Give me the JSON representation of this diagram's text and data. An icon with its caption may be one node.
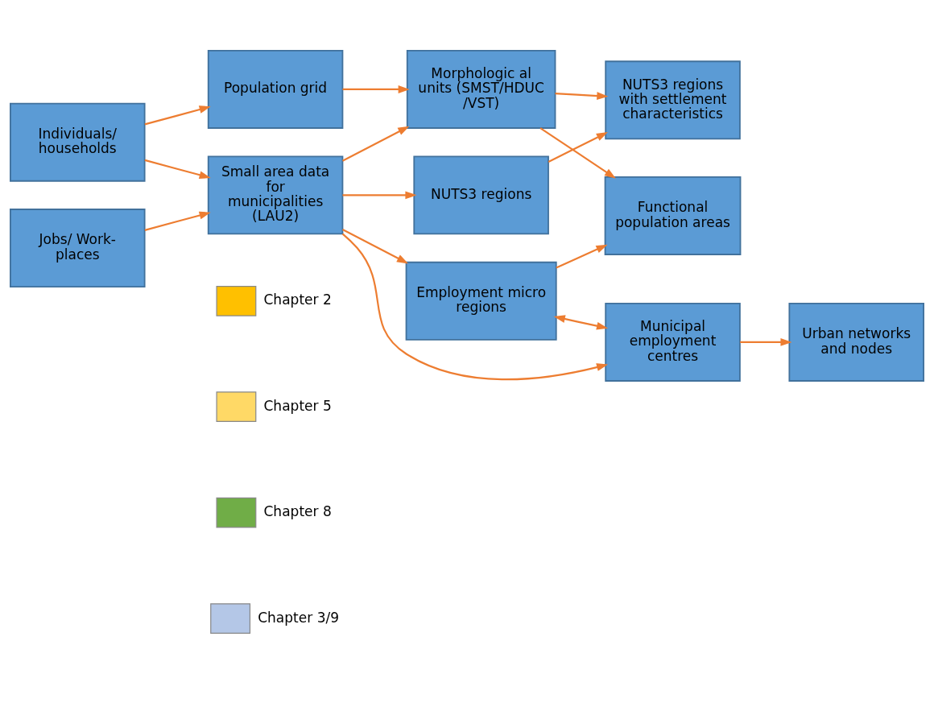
{
  "diagram": {
    "nodes": [
      {
        "text": [
          "Individuals/ households"
        ]
      },
      {
        "text": [
          "Jobs/ Work-places"
        ]
      },
      {
        "text": [
          "Population grid"
        ]
      },
      {
        "text": [
          "Morphologic al units (SMST/HDUC /VST)"
        ]
      },
      {
        "text": [
          "NUTS3 regions with settlement characteristics"
        ]
      },
      {
        "text": [
          "NUTS3 regions"
        ]
      },
      {
        "text": [
          "Small area data for municipalities (LAU2)"
        ]
      },
      {
        "text": [
          "Employment micro regions"
        ]
      },
      {
        "text": [
          "Functional population areas"
        ]
      },
      {
        "text": [
          "Municipal employment centres"
        ]
      },
      {
        "text": [
          "Urban networks and nodes"
        ]
      }
    ],
    "edges": [
      {
        "from": 0,
        "to": 2,
        "arrow": "to"
      },
      {
        "from": 0,
        "to": 6,
        "arrow": "to"
      },
      {
        "from": 1,
        "to": 6,
        "arrow": "to"
      },
      {
        "from": 2,
        "to": 3,
        "arrow": "to"
      },
      {
        "from": 3,
        "to": 4,
        "arrow": "to"
      },
      {
        "from": 3,
        "to": 8,
        "arrow": "to"
      },
      {
        "from": 5,
        "to": 4,
        "arrow": "to"
      },
      {
        "from": 6,
        "to": 3,
        "arrow": "to"
      },
      {
        "from": 6,
        "to": 5,
        "arrow": "to"
      },
      {
        "from": 6,
        "to": 7,
        "arrow": "to"
      },
      {
        "from": 6,
        "to": 9,
        "arrow": "to"
      },
      {
        "from": 7,
        "to": 8,
        "arrow": "to"
      },
      {
        "from": 7,
        "to": 9,
        "arrow": "both"
      },
      {
        "from": 9,
        "to": 10,
        "arrow": "to"
      }
    ],
    "legend": [
      {
        "text": "Chapter 2",
        "color": "#ffc000"
      },
      {
        "text": "Chapter 5",
        "color": "#ffd966"
      },
      {
        "text": "Chapter 8",
        "color": "#70ad47"
      },
      {
        "text": "Chapter 3/9",
        "color": "#b4c7e7"
      }
    ]
  }
}
